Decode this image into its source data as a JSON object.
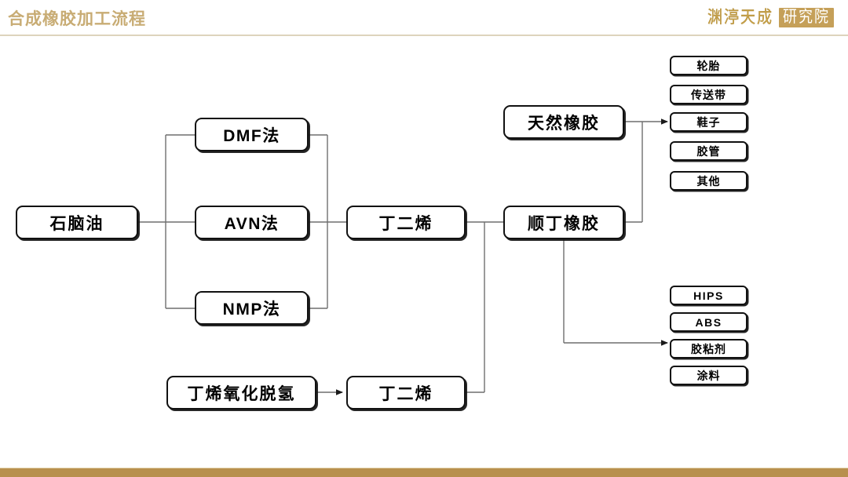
{
  "header": {
    "title": "合成橡胶加工流程",
    "logo_text": "渊渟天成",
    "logo_badge_text": "研究院",
    "title_color": "#c8ac74",
    "rule_color": "#ddd4bc"
  },
  "footer": {
    "bar_color": "#b8904e",
    "highlight_color": "#e6d7b4"
  },
  "diagram": {
    "type": "flowchart",
    "nodes": {
      "naphtha": "石脑油",
      "dmf": "DMF法",
      "avn": "AVN法",
      "nmp": "NMP法",
      "butadiene_top": "丁二烯",
      "natural_rubber": "天然橡胶",
      "br_rubber": "顺丁橡胶",
      "butene_oxidative": "丁烯氧化脱氢",
      "butadiene_bottom": "丁二烯"
    },
    "rubber_products": [
      {
        "label": "轮胎"
      },
      {
        "label": "传送带"
      },
      {
        "label": "鞋子"
      },
      {
        "label": "胶管"
      },
      {
        "label": "其他"
      }
    ],
    "chemical_products": [
      {
        "label": "HIPS"
      },
      {
        "label": "ABS"
      },
      {
        "label": "胶粘剂"
      },
      {
        "label": "涂料"
      }
    ],
    "edges": [
      {
        "from": "naphtha",
        "to": "dmf"
      },
      {
        "from": "naphtha",
        "to": "avn"
      },
      {
        "from": "naphtha",
        "to": "nmp"
      },
      {
        "from": "dmf",
        "to": "butadiene_top"
      },
      {
        "from": "avn",
        "to": "butadiene_top"
      },
      {
        "from": "nmp",
        "to": "butadiene_top"
      },
      {
        "from": "butadiene_top",
        "to": "br_rubber"
      },
      {
        "from": "butene_oxidative",
        "to": "butadiene_bottom",
        "arrow": true
      },
      {
        "from": "butadiene_bottom",
        "to": "br_rubber"
      },
      {
        "from": "natural_rubber",
        "to": "rubber_products",
        "arrow": true
      },
      {
        "from": "br_rubber",
        "to": "rubber_products",
        "arrow": true
      },
      {
        "from": "br_rubber",
        "to": "chemical_products",
        "arrow": true
      }
    ]
  }
}
